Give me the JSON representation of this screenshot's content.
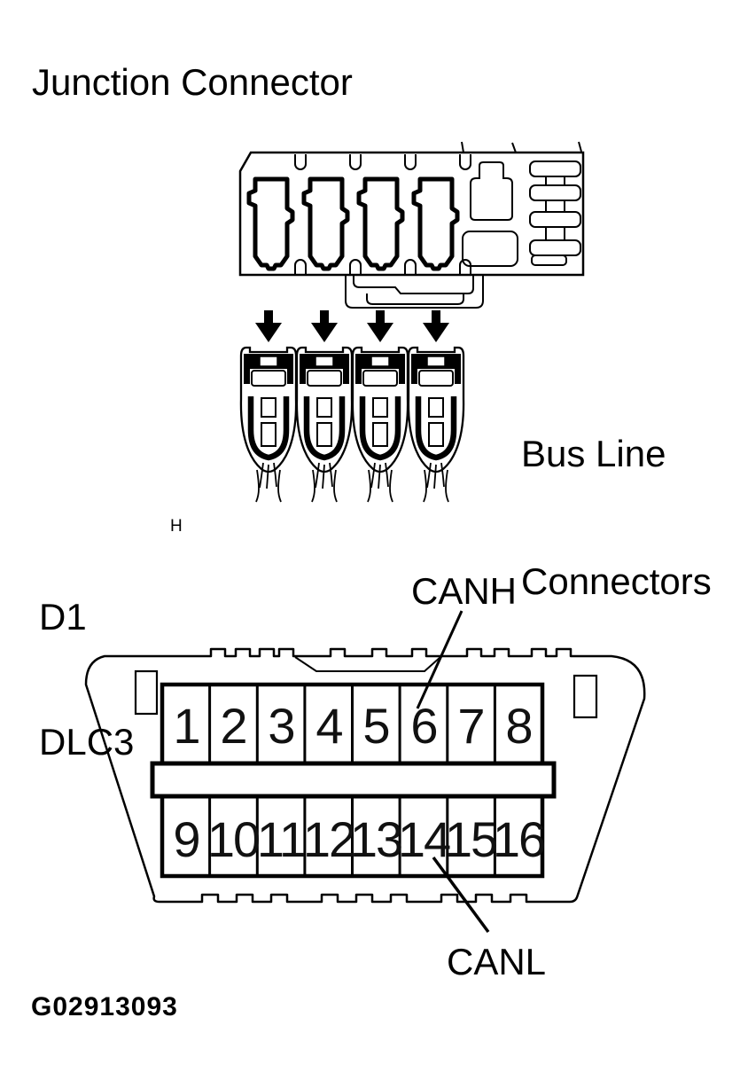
{
  "title": "Junction Connector",
  "junction": {
    "bus_line_label_line1": "Bus Line",
    "bus_line_label_line2": "Connectors"
  },
  "dlc3": {
    "code": "D1",
    "name": "DLC3",
    "mark": "H",
    "canh": "CANH",
    "canl": "CANL",
    "pins_top": [
      "1",
      "2",
      "3",
      "4",
      "5",
      "6",
      "7",
      "8"
    ],
    "pins_bottom": [
      "9",
      "10",
      "11",
      "12",
      "13",
      "14",
      "15",
      "16"
    ]
  },
  "figure_id": "G02913093",
  "colors": {
    "ink": "#000000",
    "paper": "#ffffff"
  }
}
